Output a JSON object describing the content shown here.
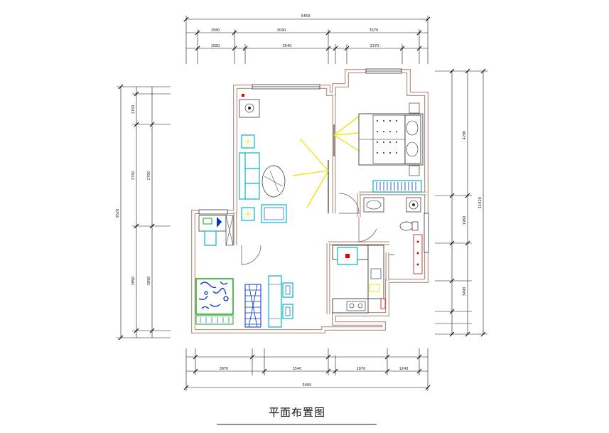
{
  "title": "平面布置图",
  "dimensions": {
    "top_total": "5460",
    "top_row1": [
      "1580",
      "3040",
      "3370"
    ],
    "top_row2": [
      "1580",
      "3540",
      "3370"
    ],
    "bottom_row1": [
      "3870",
      "3540",
      "1870",
      "1240"
    ],
    "bottom_total": "5460",
    "left_outer": "9520",
    "left_inner": [
      "1150",
      "3740",
      "3890"
    ],
    "left_inner2": [
      "2790",
      "3890"
    ],
    "right_outer": "11420",
    "right_inner": [
      "4290",
      "1960",
      "3490"
    ]
  },
  "colors": {
    "wall": "#c8a898",
    "wall_fill": "#ffffff",
    "furniture_cyan": "#00b7c8",
    "furniture_blue": "#0033cc",
    "light_yellow": "#f4e000",
    "furniture_green": "#18a818",
    "accent_red": "#e00000",
    "dim_line": "#111111"
  },
  "icons": [
    "bed-icon",
    "sofa-icon",
    "dining-table-icon",
    "toilet-icon",
    "sink-icon",
    "washing-machine-icon",
    "wardrobe-icon",
    "stove-icon",
    "fridge-icon"
  ]
}
